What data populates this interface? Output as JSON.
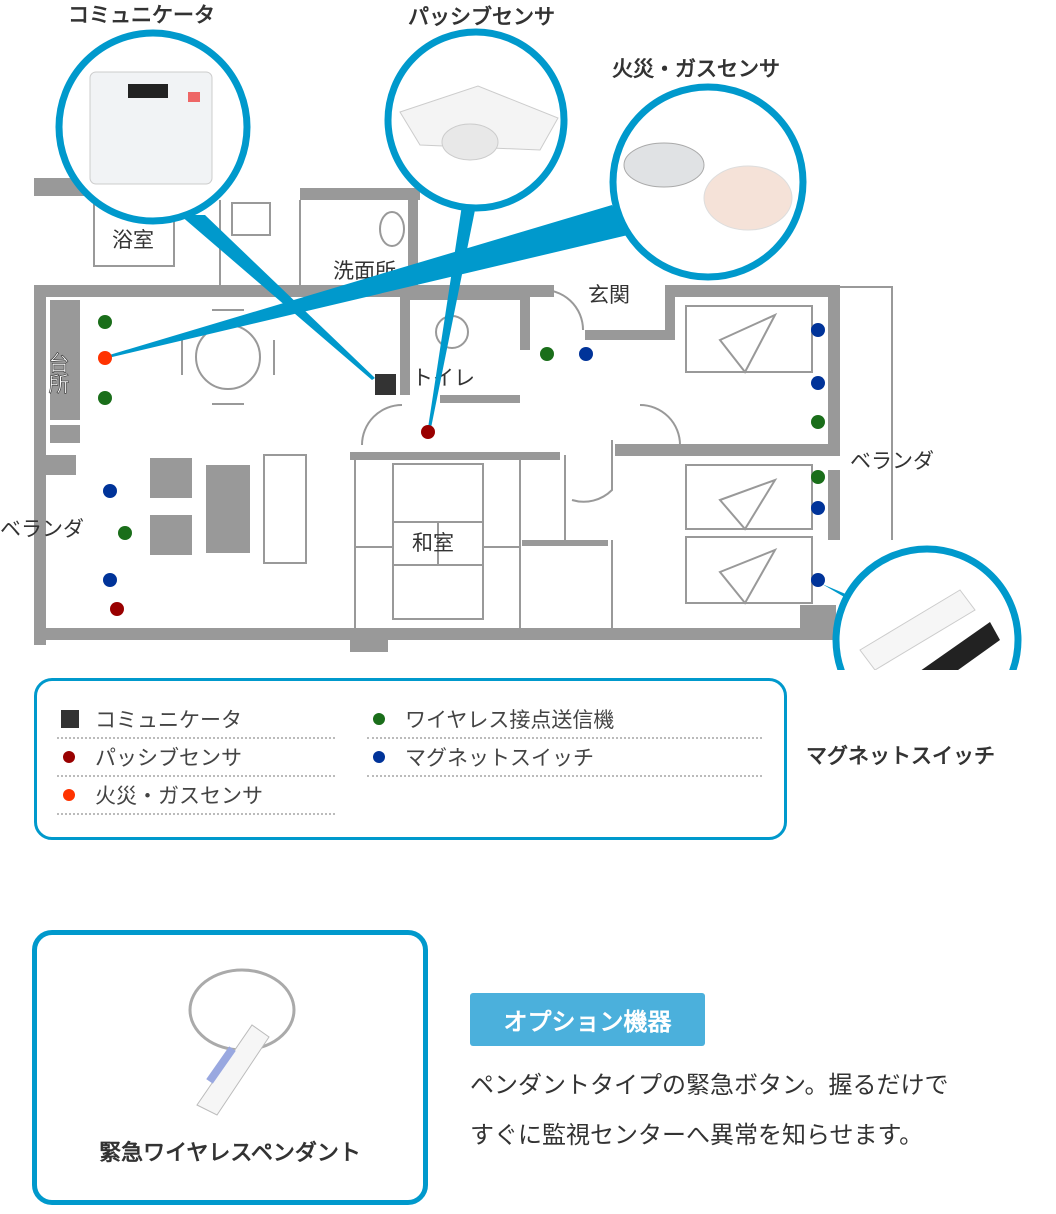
{
  "products": {
    "communicator": "コミュニケータ",
    "passive": "パッシブセンサ",
    "fire_gas": "火災・ガスセンサ",
    "magnet": "マグネットスイッチ"
  },
  "rooms": {
    "bath": "浴室",
    "washroom": "洗面所",
    "entrance": "玄関",
    "kitchen": "台所",
    "toilet": "トイレ",
    "veranda_right": "ベランダ",
    "veranda_left": "ベランダ",
    "japanese_room": "和室"
  },
  "colors": {
    "accent": "#0099cc",
    "communicator": "#333333",
    "passive": "#990000",
    "fire_gas": "#ff3300",
    "contact": "#1a6e1a",
    "magnet": "#003399"
  },
  "legend": {
    "left": [
      "コミュニケータ",
      "パッシブセンサ",
      "火災・ガスセンサ"
    ],
    "right": [
      "ワイヤレス接点送信機",
      "マグネットスイッチ"
    ]
  },
  "option": {
    "badge": "オプション機器",
    "pendant_label": "緊急ワイヤレスペンダント",
    "description_line1": "ペンダントタイプの緊急ボタン。握るだけで",
    "description_line2": "すぐに監視センターへ異常を知らせます。"
  }
}
